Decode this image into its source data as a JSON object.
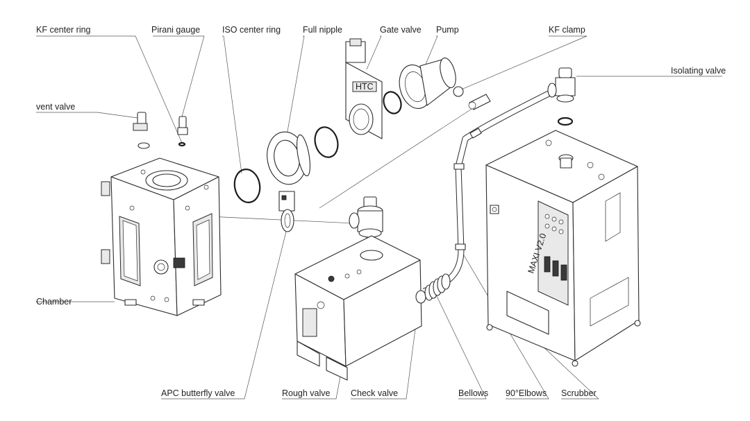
{
  "diagram": {
    "type": "exploded-view",
    "colors": {
      "line": "#2a2a2a",
      "label": "#222222",
      "background": "#ffffff"
    },
    "labels": {
      "kf_center_ring": "KF center ring",
      "pirani_gauge": "Pirani gauge",
      "iso_center_ring": "ISO center ring",
      "full_nipple": "Full nipple",
      "gate_valve": "Gate valve",
      "pump": "Pump",
      "kf_clamp": "KF clamp",
      "isolating_valve": "Isolating valve",
      "vent_valve": "vent valve",
      "chamber": "Chamber",
      "apc_butterfly_valve": "APC butterfly valve",
      "rough_valve": "Rough valve",
      "check_valve": "Check valve",
      "bellows": "Bellows",
      "elbows_90": "90°Elbows",
      "scrubber": "Scrubber"
    },
    "component_marks": {
      "gate_valve_plate": "HTC",
      "scrubber_panel": "MAXI V2.0"
    }
  }
}
